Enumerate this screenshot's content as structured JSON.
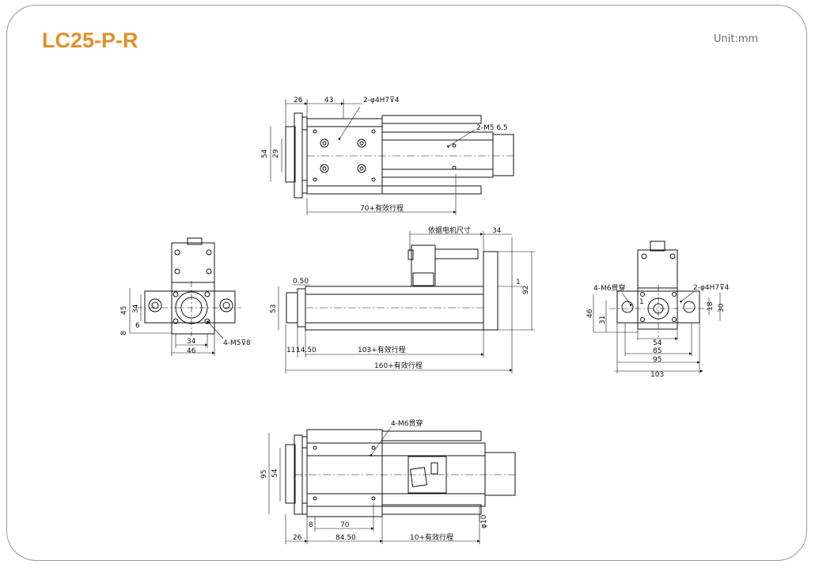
{
  "header": {
    "title": "LC25-P-R",
    "unit": "Unit:mm"
  },
  "colors": {
    "title": "#e0902a",
    "line": "#111111",
    "frame": "#9a9a9a"
  },
  "top_view": {
    "dims": [
      "26",
      "43",
      "54",
      "29",
      "70+有效行程"
    ],
    "notes": [
      "2-φ4H7⊽4",
      "2-M5 6.5"
    ]
  },
  "end_view": {
    "dims": [
      "45",
      "34",
      "8",
      "6",
      "34",
      "46"
    ],
    "notes": [
      "4-M5⊽8"
    ]
  },
  "side_view": {
    "dims": [
      "0.50",
      "53",
      "11",
      "14.50",
      "103+有效行程",
      "160+有效行程",
      "34",
      "92",
      "1"
    ],
    "notes": [
      "依据电机尺寸"
    ]
  },
  "right_view": {
    "dims": [
      "46",
      "31",
      "54",
      "85",
      "95",
      "103",
      "18",
      "30",
      "1"
    ],
    "notes": [
      "4-M6贯穿",
      "2-φ4H7⊽4"
    ]
  },
  "bottom_view": {
    "dims": [
      "95",
      "54",
      "8",
      "70",
      "26",
      "84.50",
      "10+有效行程",
      "φ10"
    ],
    "notes": [
      "4-M6贯穿"
    ]
  }
}
